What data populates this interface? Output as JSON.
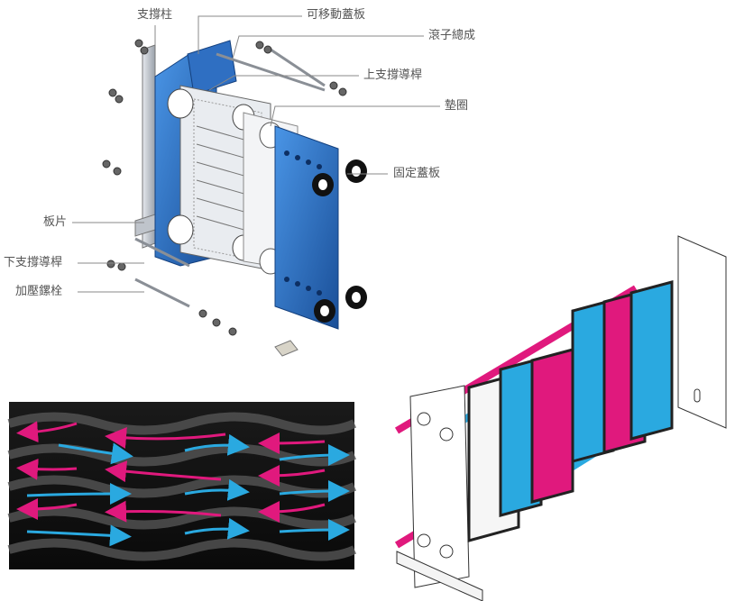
{
  "labels": {
    "support_column": "支撐柱",
    "movable_cover": "可移動蓋板",
    "roller_assembly": "滾子總成",
    "upper_guide_bar": "上支撐導桿",
    "gasket": "墊圈",
    "fixed_cover": "固定蓋板",
    "plate": "板片",
    "lower_guide_bar": "下支撐導桿",
    "tightening_bolt": "加壓鏍栓"
  },
  "colors": {
    "blue_plate": "#1f5fb0",
    "blue_light": "#3e8be0",
    "hot_flow": "#e0197d",
    "cold_flow": "#2aa9e0",
    "steel": "#c8ccd2",
    "leader": "#888888"
  },
  "icons": {
    "exploded_view": "plate-heat-exchanger-exploded",
    "flow_channel": "corrugated-flow-channel",
    "flow_schematic": "counterflow-plate-schematic"
  }
}
